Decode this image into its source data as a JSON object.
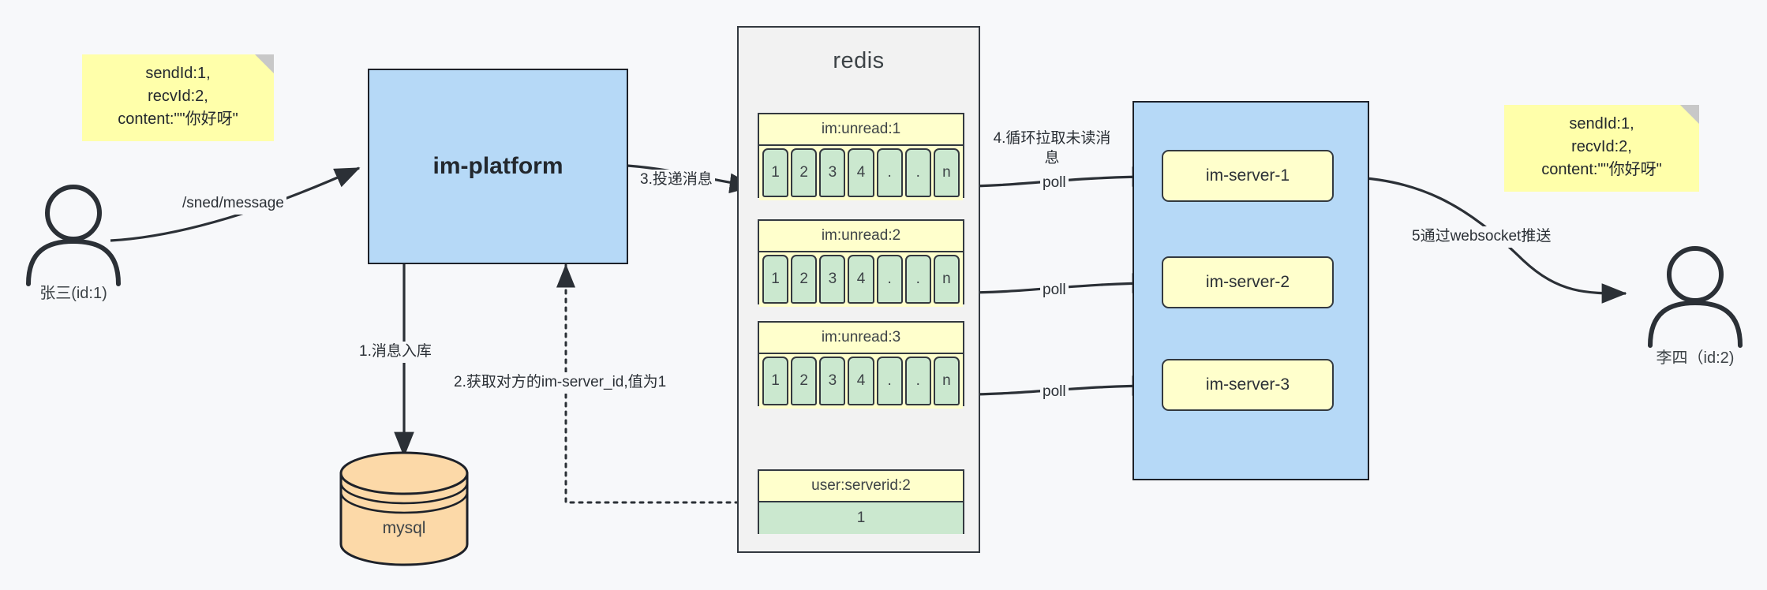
{
  "diagram": {
    "title": "IM message delivery architecture",
    "colors": {
      "background": "#f7f8fa",
      "note_fill": "#ffffaa",
      "blue_fill": "#b6d9f7",
      "yellow_fill": "#ffffcc",
      "green_fill": "#cbe8cf",
      "orange_fill": "#fcd9a8",
      "stroke": "#333940"
    }
  },
  "notes": {
    "left": {
      "line1": "sendId:1,",
      "line2": "recvId:2,",
      "line3": "content:\"\"你好呀\""
    },
    "right": {
      "line1": "sendId:1,",
      "line2": "recvId:2,",
      "line3": "content:\"\"你好呀\""
    }
  },
  "actors": {
    "sender": {
      "label": "张三(id:1)",
      "icon": "user-icon"
    },
    "receiver": {
      "label": "李四（id:2)",
      "icon": "user-icon"
    }
  },
  "platform": {
    "label": "im-platform"
  },
  "database": {
    "label": "mysql",
    "icon": "database-cylinder-icon"
  },
  "redis": {
    "title": "redis",
    "lists": [
      {
        "key": "im:unread:1",
        "cells": [
          "1",
          "2",
          "3",
          "4",
          ".",
          ".",
          "n"
        ]
      },
      {
        "key": "im:unread:2",
        "cells": [
          "1",
          "2",
          "3",
          "4",
          ".",
          ".",
          "n"
        ]
      },
      {
        "key": "im:unread:3",
        "cells": [
          "1",
          "2",
          "3",
          "4",
          ".",
          ".",
          "n"
        ]
      }
    ],
    "kv": {
      "key": "user:serverid:2",
      "value": "1"
    }
  },
  "cluster": {
    "servers": [
      {
        "label": "im-server-1"
      },
      {
        "label": "im-server-2"
      },
      {
        "label": "im-server-3"
      }
    ]
  },
  "edges": {
    "send_message": "/sned/message",
    "step1": "1.消息入库",
    "step2": "2.获取对方的im-server_id,值为1",
    "step3": "3.投递消息",
    "step4": "4.循环拉取未读消息",
    "step5": "5通过websocket推送",
    "poll1": "poll",
    "poll2": "poll",
    "poll3": "poll"
  }
}
